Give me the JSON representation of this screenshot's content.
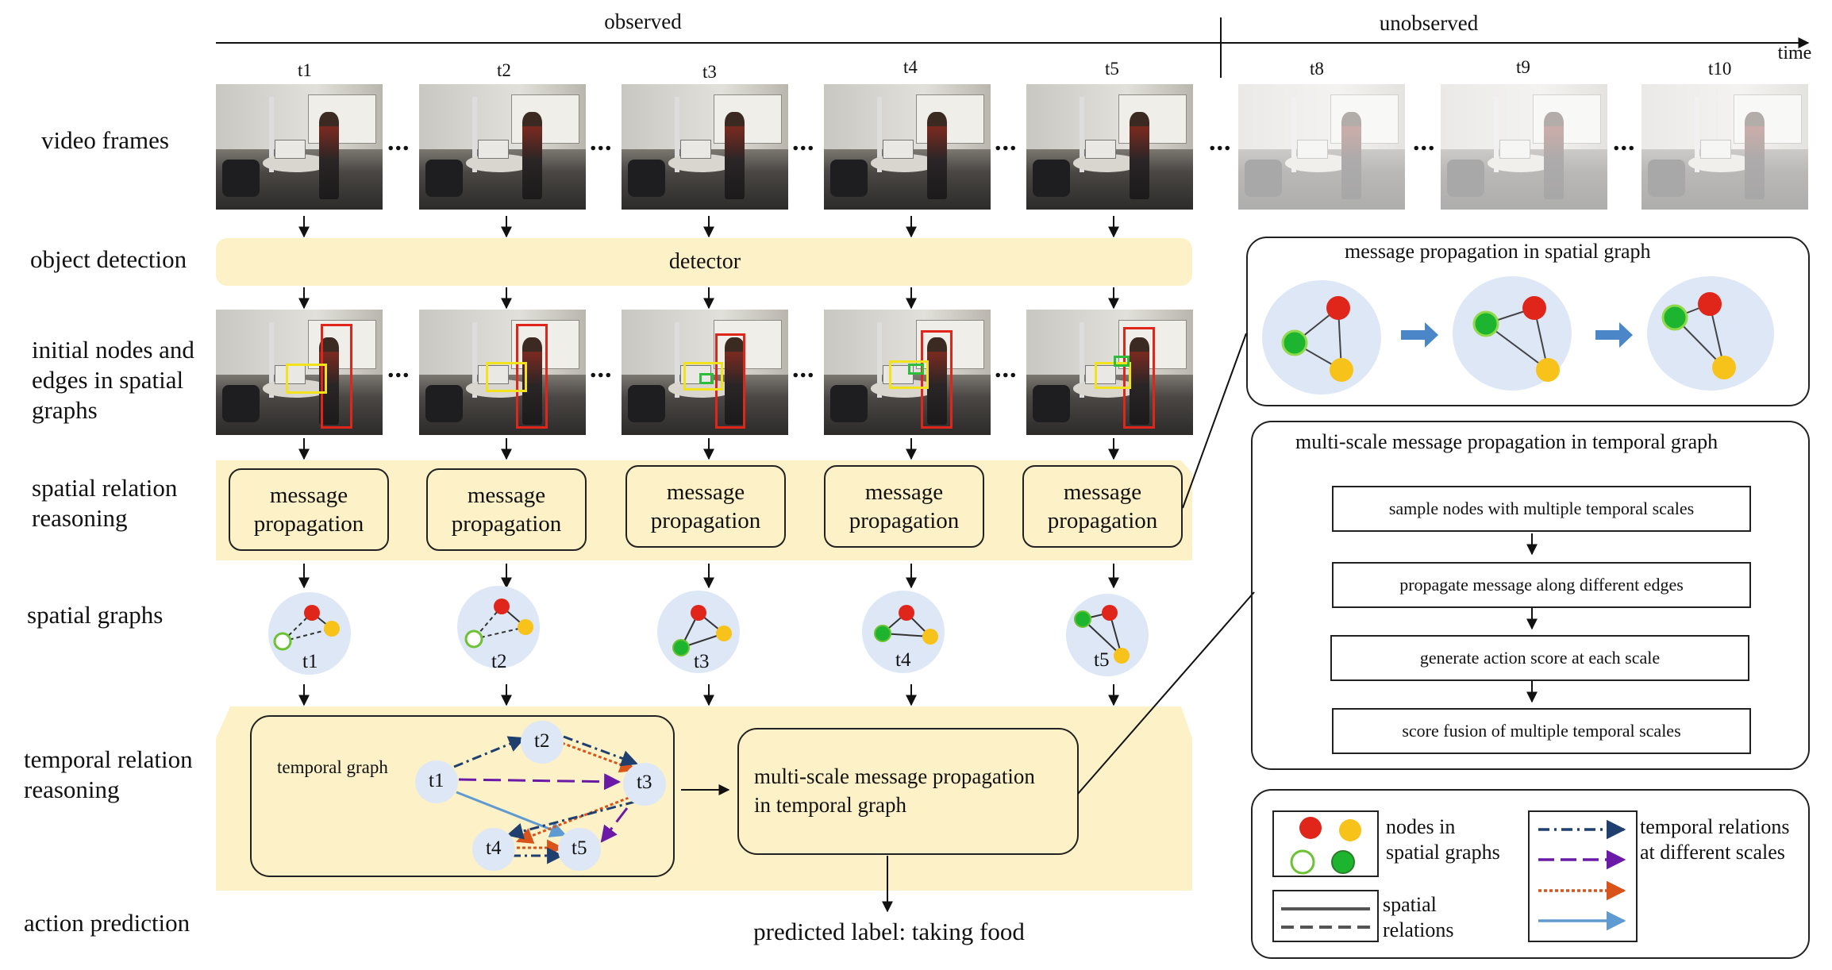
{
  "timeline": {
    "observed_label": "observed",
    "unobserved_label": "unobserved",
    "axis_label": "time"
  },
  "time_labels": [
    "t1",
    "t2",
    "t3",
    "t4",
    "t5",
    "t8",
    "t9",
    "t10"
  ],
  "row_labels": {
    "video_frames": "video frames",
    "object_detection": "object detection",
    "initial_nodes": "initial nodes and\nedges in spatial\ngraphs",
    "spatial_reasoning": "spatial relation\nreasoning",
    "spatial_graphs": "spatial graphs",
    "temporal_reasoning": "temporal relation\nreasoning",
    "action_prediction": "action prediction"
  },
  "ellipsis": "...",
  "detector_label": "detector",
  "message_propagation_label": "message\npropagation",
  "spatial_graph_labels": [
    "t1",
    "t2",
    "t3",
    "t4",
    "t5"
  ],
  "temporal_graph": {
    "title": "temporal graph",
    "nodes": [
      "t1",
      "t2",
      "t3",
      "t4",
      "t5"
    ]
  },
  "multiscale_box_label": "multi-scale message propagation\nin temporal graph",
  "predicted_label": "predicted label: taking food",
  "spatial_panel": {
    "title": "message propagation in spatial graph"
  },
  "temporal_panel": {
    "title": "multi-scale message propagation in temporal graph",
    "steps": [
      "sample nodes with multiple temporal scales",
      "propagate message along different edges",
      "generate action score at each scale",
      "score fusion of multiple temporal scales"
    ]
  },
  "legend": {
    "nodes_label": "nodes in\nspatial graphs",
    "spatial_relations_label": "spatial\nrelations",
    "temporal_relations_label": "temporal relations\nat different scales"
  },
  "colors": {
    "band": "#fdf1c7",
    "node_red": "#e0261b",
    "node_yellow": "#f7c31a",
    "node_green": "#1db52f",
    "graph_circle": "#dde7f6",
    "scale1": "#1f3f6e",
    "scale2": "#6a1aa6",
    "scale3": "#d9541a",
    "scale4": "#5f9bd1",
    "arrow_blue": "#4a86c8"
  }
}
